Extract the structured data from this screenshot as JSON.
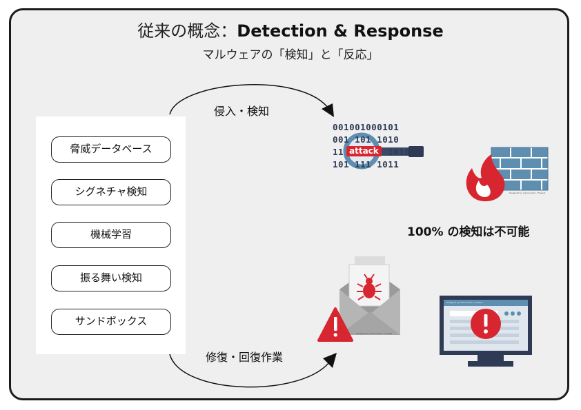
{
  "title": {
    "prefix": "従来の概念：",
    "main": "Detection & Response"
  },
  "subtitle": "マルウェアの「検知」と「反応」",
  "methods": [
    "脅威データベース",
    "シグネチャ検知",
    "機械学習",
    "振る舞い検知",
    "サンドボックス"
  ],
  "flow": {
    "top_label": "侵入・検知",
    "bottom_label": "修復・回復作業"
  },
  "detection_visual": {
    "binary_lines": [
      "001001000101",
      "001 101 1010",
      "11 attack 1010",
      "101 111 1011"
    ],
    "badge": "attack"
  },
  "result_text": "100% の検知は不可能",
  "credit": "Designed by macrovector / Freepik",
  "colors": {
    "accent_red": "#d7262f",
    "steel_blue": "#5e8fb0",
    "dark_navy": "#2f3a55"
  }
}
